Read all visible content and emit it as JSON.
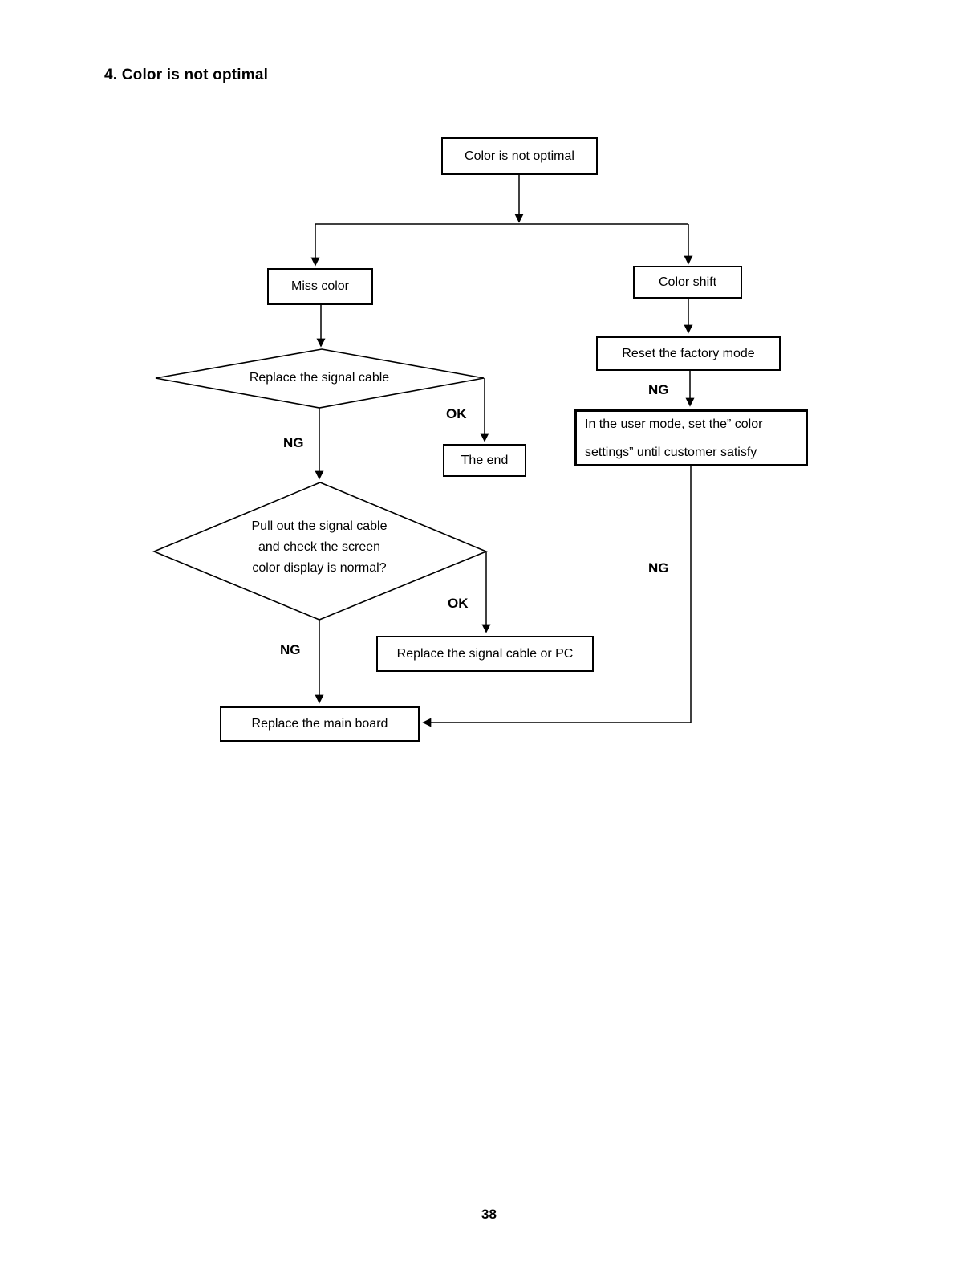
{
  "page": {
    "title": "4. Color is not optimal",
    "page_number": "38"
  },
  "flowchart": {
    "start_box": "Color is not optimal",
    "miss_color_box": "Miss color",
    "color_shift_box": "Color shift",
    "replace_signal_cable_diamond": "Replace the signal cable",
    "the_end_box": "The end",
    "pull_out_diamond_line1": "Pull out the signal cable",
    "pull_out_diamond_line2": "and check the screen",
    "pull_out_diamond_line3": "color display is normal?",
    "replace_cable_pc_box": "Replace the signal cable or PC",
    "replace_main_board_box": "Replace the main board",
    "reset_factory_box": "Reset the factory mode",
    "user_mode_box_line1": "In the user mode, set the” color",
    "user_mode_box_line2": "settings” until customer satisfy",
    "labels": {
      "ng_signal_cable": "NG",
      "ok_signal_cable": "OK",
      "ng_pull_out": "NG",
      "ok_pull_out": "OK",
      "ng_reset_factory": "NG",
      "ng_user_mode": "NG"
    }
  }
}
